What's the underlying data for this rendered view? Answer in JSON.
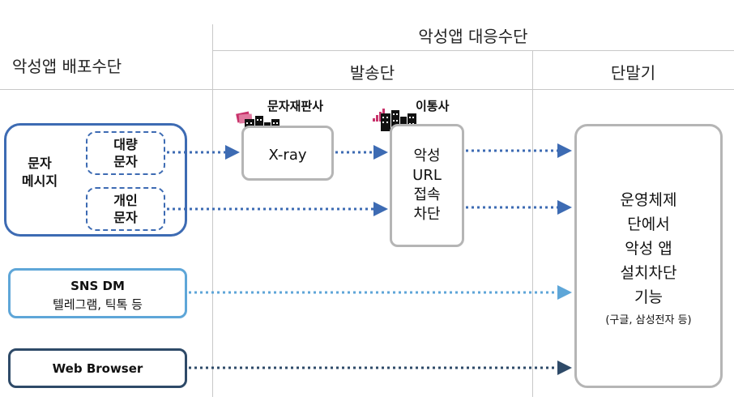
{
  "headers": {
    "distribution": "악성앱 배포수단",
    "response": "악성앱 대응수단",
    "sender": "발송단",
    "terminal": "단말기"
  },
  "sources": {
    "sms_group": "문자\n메시지",
    "bulk_sms": "대량\n문자",
    "personal_sms": "개인\n문자",
    "sns_title": "SNS DM",
    "sns_subtitle": "텔레그램, 틱톡 등",
    "web_browser": "Web Browser"
  },
  "sender_side": {
    "sms_reseller_label": "문자재판사",
    "xray": "X-ray",
    "carrier_label": "이통사",
    "malicious_url_block": "악성\nURL\n접속\n차단"
  },
  "terminal_side": {
    "os_block": "운영체제\n단에서\n악성 앱\n설치차단\n기능",
    "examples": "(구글, 삼성전자 등)"
  },
  "colors": {
    "blue_dark": "#3d6bb3",
    "blue_light": "#5ea6d8",
    "navy": "#2e4a68",
    "gray_box": "#b5b5b5",
    "pink": "#c8336b"
  }
}
